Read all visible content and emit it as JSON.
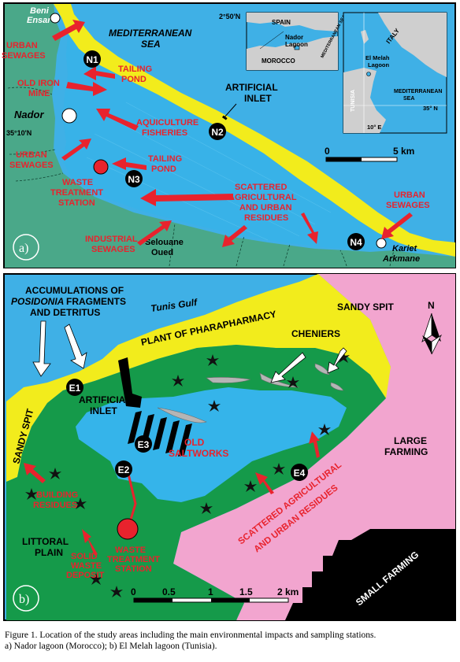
{
  "map_a": {
    "panel_label": "a)",
    "sea": "MEDITERRANEAN",
    "sea2": "SEA",
    "lat_top": "2°50'N",
    "lat_mid": "35°10'N",
    "towns": {
      "beni_1": "Beni",
      "beni_2": "Ensar",
      "nador": "Nador",
      "kariet_1": "Kariet",
      "kariet_2": "Arkmane",
      "selouane_1": "Selouane",
      "selouane_2": "Oued"
    },
    "impacts": {
      "urban_sewages_1a": "URBAN",
      "urban_sewages_1b": "SEWAGES",
      "old_iron_1": "OLD IRON",
      "old_iron_2": "MINE",
      "urban_sewages_2a": "URBAN",
      "urban_sewages_2b": "SEWAGES",
      "tailing_pond_1a": "TAILING",
      "tailing_pond_1b": "POND",
      "aquiculture_1": "AQUICULTURE",
      "aquiculture_2": "FISHERIES",
      "tailing_pond_2a": "TAILING",
      "tailing_pond_2b": "POND",
      "waste_1": "WASTE",
      "waste_2": "TREATMENT",
      "waste_3": "STATION",
      "scattered_1": "SCATTERED",
      "scattered_2": "AGRICULTURAL",
      "scattered_3": "AND URBAN",
      "scattered_4": "RESIDUES",
      "urban_sewages_3a": "URBAN",
      "urban_sewages_3b": "SEWAGES",
      "industrial_1": "INDUSTRIAL",
      "industrial_2": "SEWAGES"
    },
    "artificial_1": "ARTIFICIAL",
    "artificial_2": "INLET",
    "stations": [
      "N1",
      "N2",
      "N3",
      "N4"
    ],
    "scale_0": "0",
    "scale_5": "5 km",
    "inset1": {
      "spain": "SPAIN",
      "nador_1": "Nador",
      "nador_2": "Lagoon",
      "morocco": "MOROCCO",
      "med": "MEDITERRANEAN SEA"
    },
    "inset2": {
      "italy": "ITALY",
      "melah_1": "El Melah",
      "melah_2": "Lagoon",
      "med_1": "MEDITERRANEAN",
      "med_2": "SEA",
      "tunisia": "TUNISIA",
      "lat": "35° N",
      "lon": "10° E"
    }
  },
  "map_b": {
    "panel_label": "b)",
    "accum_1": "ACCUMULATIONS OF",
    "accum_2": "POSIDONIA",
    "accum_2b": "FRAGMENTS",
    "accum_3": "AND DETRITUS",
    "tunis_gulf": "Tunis Gulf",
    "sandy_spit_ne": "SANDY SPIT",
    "sandy_spit_w": "SANDY SPIT",
    "plant": "PLANT OF PHARAPHARMACY",
    "cheniers": "CHENIERS",
    "artificial_1": "ARTIFICIAL",
    "artificial_2": "INLET",
    "old_salt_1": "OLD",
    "old_salt_2": "SALTWORKS",
    "large_1": "LARGE",
    "large_2": "FARMING",
    "building_1": "BUILDING",
    "building_2": "RESIDUES",
    "scattered_1": "SCATTERED AGRICULTURAL",
    "scattered_2": "AND URBAN RESIDUES",
    "littoral_1": "LITTORAL",
    "littoral_2": "PLAIN",
    "waste_1": "WASTE",
    "waste_2": "TREATMENT",
    "waste_3": "STATION",
    "solid_1": "SOLID",
    "solid_2": "WASTE",
    "solid_3": "DEPOSIT",
    "small_farming": "SMALL FARMING",
    "north": "N",
    "stations": [
      "E1",
      "E2",
      "E3",
      "E4"
    ],
    "scale": [
      "0",
      "0.5",
      "1",
      "1.5",
      "2 km"
    ]
  },
  "caption": {
    "line1": "Figure 1. Location of the study areas including the main environmental impacts and sampling stations.",
    "line2": "a) Nador lagoon (Morocco); b) El Melah lagoon (Tunisia)."
  },
  "colors": {
    "sea_blue": "#3fb0e6",
    "lagoon_blue": "#35b4ea",
    "land_green": "#4aa889",
    "land_green_b": "#159a4a",
    "sand_yellow": "#f2ec1c",
    "farm_pink": "#f2a5cf",
    "impact_red": "#e8232d"
  }
}
